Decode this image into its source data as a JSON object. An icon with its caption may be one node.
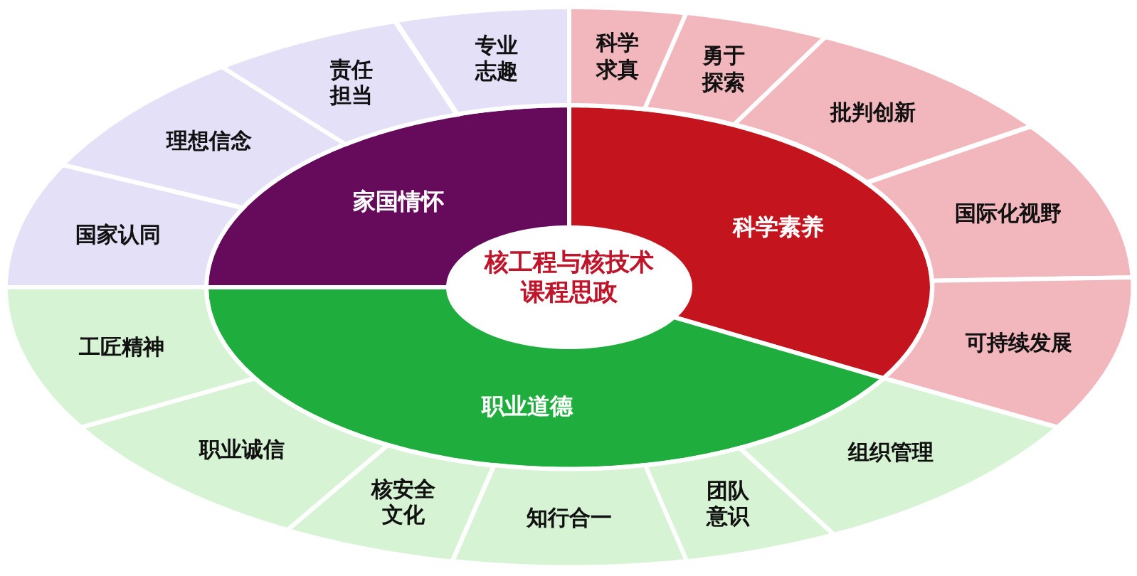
{
  "diagram": {
    "nodes": [
      {
        "text": [
          "核工程与核技术课程思政"
        ]
      },
      {
        "text": [
          "家国情怀"
        ]
      },
      {
        "text": [
          "科学素养"
        ]
      },
      {
        "text": [
          "职业道德"
        ]
      },
      {
        "text": [
          "国家认同"
        ]
      },
      {
        "text": [
          "理想信念"
        ]
      },
      {
        "text": [
          "责任担当"
        ]
      },
      {
        "text": [
          "专业志趣"
        ]
      },
      {
        "text": [
          "科学求真"
        ]
      },
      {
        "text": [
          "勇于探索"
        ]
      },
      {
        "text": [
          "批判创新"
        ]
      },
      {
        "text": [
          "国际化视野"
        ]
      },
      {
        "text": [
          "可持续发展"
        ]
      },
      {
        "text": [
          "组织管理"
        ]
      },
      {
        "text": [
          "团队意识"
        ]
      },
      {
        "text": [
          "知行合一"
        ]
      },
      {
        "text": [
          "核安全文化"
        ]
      },
      {
        "text": [
          "职业诚信"
        ]
      },
      {
        "text": [
          "工匠精神"
        ]
      }
    ]
  }
}
